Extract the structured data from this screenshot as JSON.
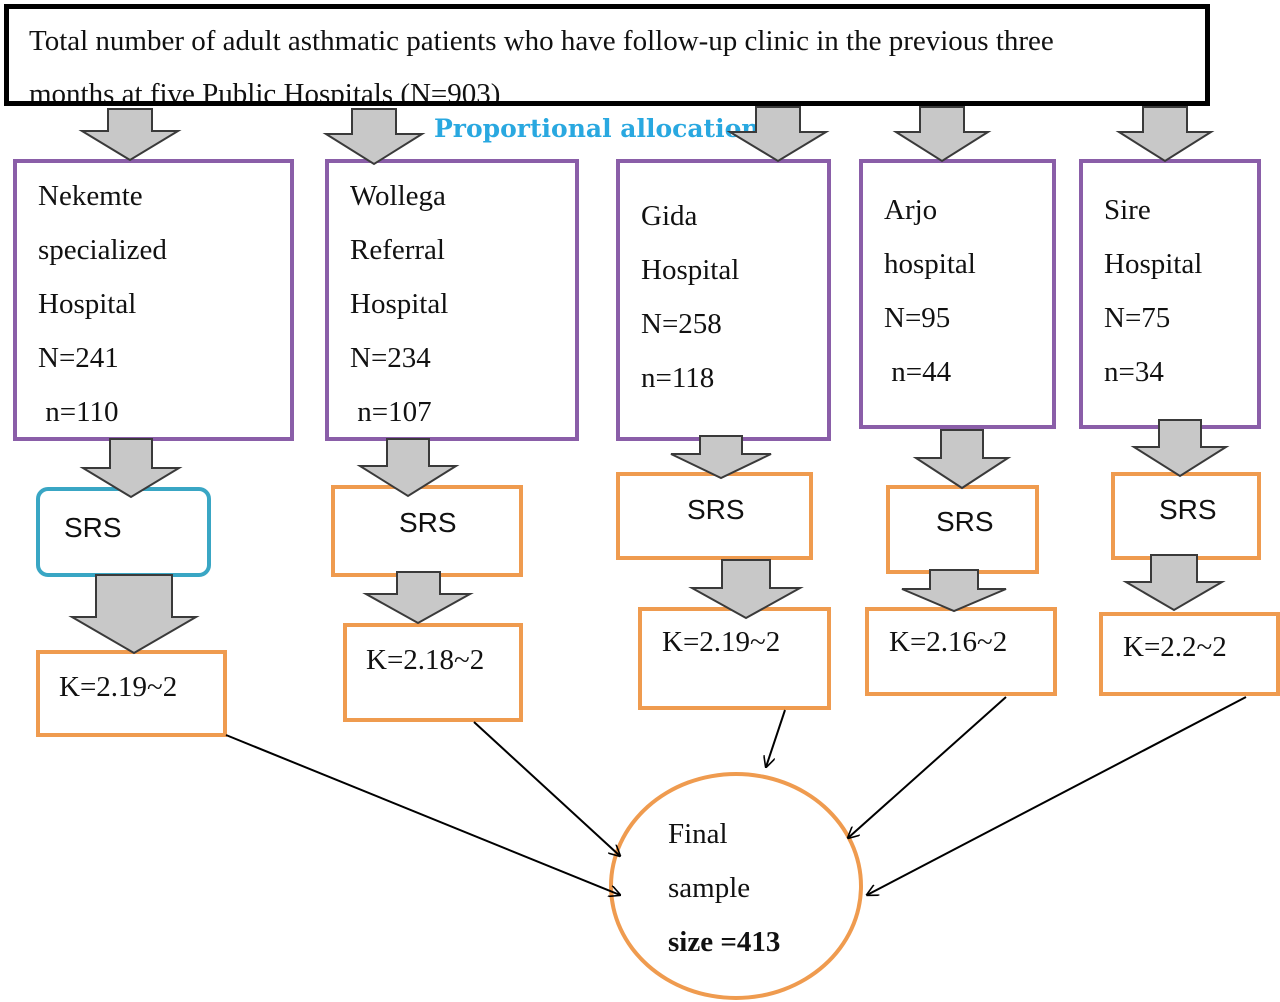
{
  "title_box": {
    "line1": "Total number of adult asthmatic patients who have follow-up clinic in the previous three",
    "line2": "months at five Public Hospitals (N=903)"
  },
  "allocation_label": "Proportional allocation",
  "hospitals": [
    {
      "lines": [
        "Nekemte",
        "specialized",
        "Hospital",
        "N=241",
        " n=110"
      ],
      "method": "SRS",
      "k": "K=2.19~2",
      "srs_style": "rounded-blue"
    },
    {
      "lines": [
        "Wollega",
        "Referral",
        "Hospital",
        "N=234",
        " n=107"
      ],
      "method": "SRS",
      "k": "K=2.18~2",
      "srs_style": "orange"
    },
    {
      "lines": [
        "Gida",
        "Hospital",
        "N=258",
        "n=118"
      ],
      "method": "SRS",
      "k": "K=2.19~2",
      "srs_style": "orange"
    },
    {
      "lines": [
        "Arjo",
        "hospital",
        "N=95",
        " n=44"
      ],
      "method": "SRS",
      "k": "K=2.16~2",
      "srs_style": "orange"
    },
    {
      "lines": [
        "Sire",
        "Hospital",
        "N=75",
        "n=34"
      ],
      "method": "SRS",
      "k": "K=2.2~2",
      "srs_style": "orange"
    }
  ],
  "final": {
    "line1": "Final",
    "line2": "sample",
    "line3": "size =413"
  },
  "colors": {
    "hospital_border": "#8a5ea8",
    "srs_border": "#ef9b4f",
    "srs_first_border": "#39a6c4",
    "allocation_text": "#29a8e0",
    "arrow_fill": "#c8c8c8"
  }
}
